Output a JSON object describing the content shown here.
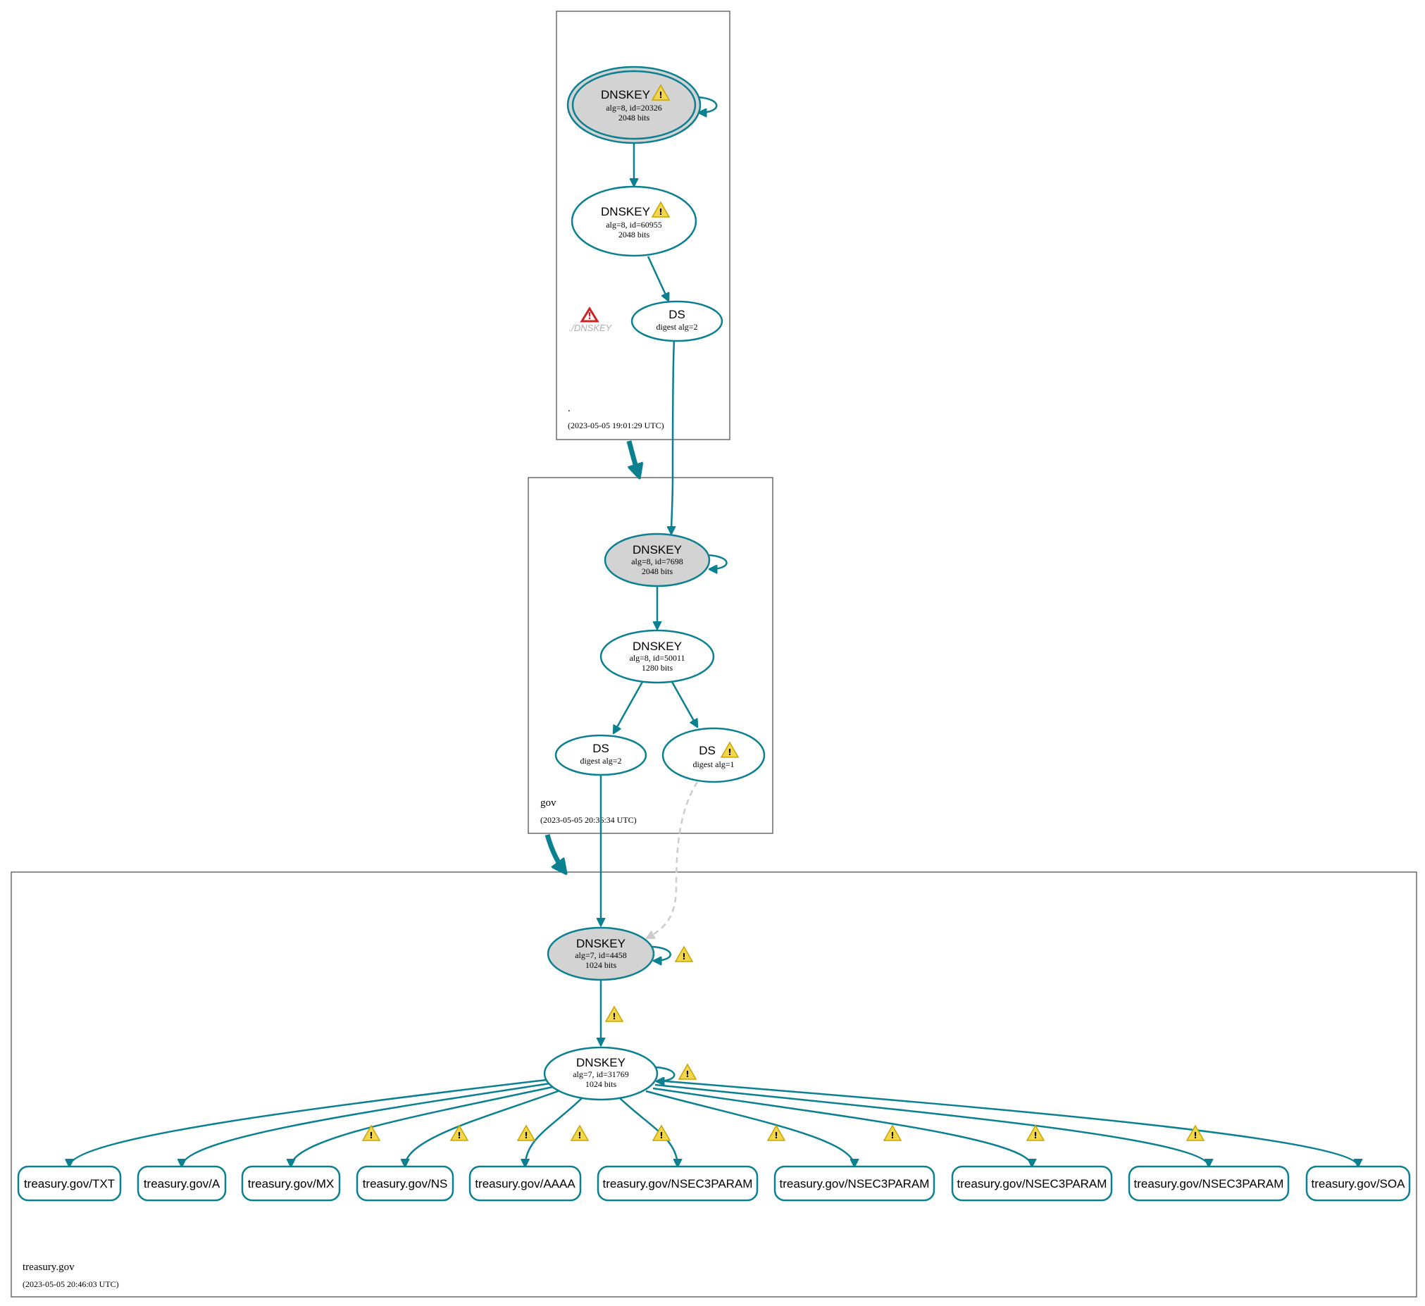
{
  "zones": {
    "root": {
      "name": ".",
      "timestamp": "(2023-05-05 19:01:29 UTC)"
    },
    "gov": {
      "name": "gov",
      "timestamp": "(2023-05-05 20:36:34 UTC)"
    },
    "treasury": {
      "name": "treasury.gov",
      "timestamp": "(2023-05-05 20:46:03 UTC)"
    }
  },
  "nodes": {
    "root_ksk": {
      "title": "DNSKEY",
      "line1": "alg=8, id=20326",
      "line2": "2048 bits",
      "warning": true
    },
    "root_zsk": {
      "title": "DNSKEY",
      "line1": "alg=8, id=60955",
      "line2": "2048 bits",
      "warning": true
    },
    "root_ds": {
      "title": "DS",
      "line1": "digest alg=2"
    },
    "root_missing": {
      "label": "./DNSKEY",
      "error": true
    },
    "gov_ksk": {
      "title": "DNSKEY",
      "line1": "alg=8, id=7698",
      "line2": "2048 bits"
    },
    "gov_zsk": {
      "title": "DNSKEY",
      "line1": "alg=8, id=50011",
      "line2": "1280 bits"
    },
    "gov_ds2": {
      "title": "DS",
      "line1": "digest alg=2"
    },
    "gov_ds1": {
      "title": "DS",
      "line1": "digest alg=1",
      "warning": true
    },
    "tr_ksk": {
      "title": "DNSKEY",
      "line1": "alg=7, id=4458",
      "line2": "1024 bits"
    },
    "tr_zsk": {
      "title": "DNSKEY",
      "line1": "alg=7, id=31769",
      "line2": "1024 bits"
    }
  },
  "rrsets": [
    {
      "label": "treasury.gov/TXT",
      "warning": false
    },
    {
      "label": "treasury.gov/A",
      "warning": true
    },
    {
      "label": "treasury.gov/MX",
      "warning": true
    },
    {
      "label": "treasury.gov/NS",
      "warning": true
    },
    {
      "label": "treasury.gov/AAAA",
      "warning": true
    },
    {
      "label": "treasury.gov/NSEC3PARAM",
      "warning": true
    },
    {
      "label": "treasury.gov/NSEC3PARAM",
      "warning": true
    },
    {
      "label": "treasury.gov/NSEC3PARAM",
      "warning": true
    },
    {
      "label": "treasury.gov/NSEC3PARAM",
      "warning": true
    },
    {
      "label": "treasury.gov/SOA",
      "warning": true
    }
  ],
  "icons": {
    "warning": "warning-triangle-icon",
    "error": "error-triangle-icon"
  },
  "colors": {
    "edge": "#0a8090",
    "ksk_fill": "#d3d3d3",
    "insecure_edge": "#cccccc",
    "warning": "#f2d64b",
    "error": "#cc2222"
  }
}
